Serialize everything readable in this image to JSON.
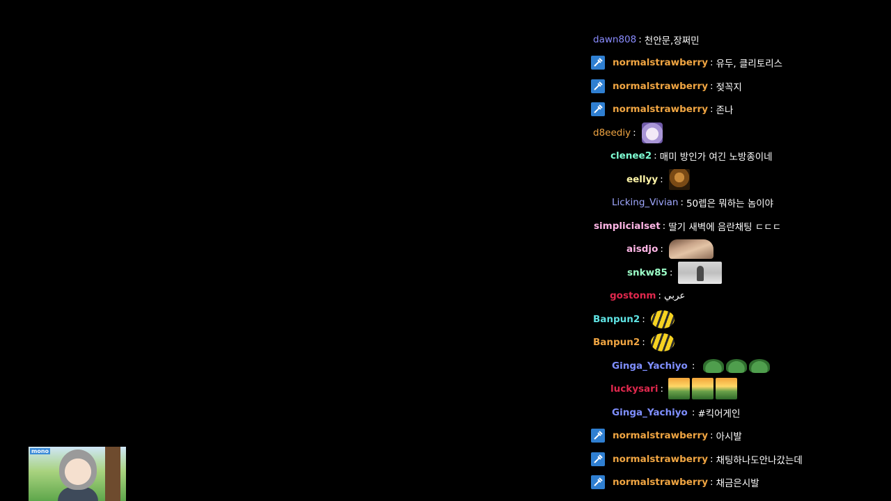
{
  "chat": {
    "messages": [
      {
        "user": "dawn808",
        "color": "#8a8cff",
        "badge": false,
        "text": "천안문,장쩌민"
      },
      {
        "user": "normalstrawberry",
        "color": "#f0a542",
        "badge": true,
        "text": "유두, 클리토리스"
      },
      {
        "user": "normalstrawberry",
        "color": "#f0a542",
        "badge": true,
        "text": "젖꼭지"
      },
      {
        "user": "normalstrawberry",
        "color": "#f0a542",
        "badge": true,
        "text": "존나"
      },
      {
        "user": "d8eediy",
        "color": "#f0a542",
        "badge": false,
        "emote": "girl-emote"
      },
      {
        "user": "clenee2",
        "color": "#7fffd4",
        "badge": false,
        "text": "매미 방인가 여긴 노방종이네"
      },
      {
        "user": "eellyy",
        "color": "#fff5a8",
        "badge": false,
        "emote": "face-emote"
      },
      {
        "user": "Licking_Vivian",
        "color": "#a0a8ff",
        "badge": false,
        "text": "50렙은 뭐하는 놈이야"
      },
      {
        "user": "simplicialset",
        "color": "#ffb6e6",
        "badge": false,
        "text": "딸기 새벽에 음란채팅 ㄷㄷㄷ"
      },
      {
        "user": "aisdjo",
        "color": "#ffb6e6",
        "badge": false,
        "emote": "hand-emote"
      },
      {
        "user": "snkw85",
        "color": "#9cffc8",
        "badge": false,
        "emote": "man-emote"
      },
      {
        "user": "gostonm",
        "color": "#e0284d",
        "badge": false,
        "text": "عربي"
      },
      {
        "user": "Banpun2",
        "color": "#5fe3e3",
        "badge": false,
        "emote": "bee-emote"
      },
      {
        "user": "Banpun2",
        "color": "#f0a542",
        "badge": false,
        "emote": "bee-emote"
      },
      {
        "user": "Ginga_Yachiyo",
        "color": "#7f8fff",
        "badge": false,
        "emote": "pepe-emote-x3"
      },
      {
        "user": "luckysari",
        "color": "#e0284d",
        "badge": false,
        "emote": "sunset-emote-x3"
      },
      {
        "user": "Ginga_Yachiyo",
        "color": "#7f8fff",
        "badge": false,
        "text": "#킥어게인"
      },
      {
        "user": "normalstrawberry",
        "color": "#f0a542",
        "badge": true,
        "text": "아시발"
      },
      {
        "user": "normalstrawberry",
        "color": "#f0a542",
        "badge": true,
        "text": "채팅하나도안나갔는데"
      },
      {
        "user": "normalstrawberry",
        "color": "#f0a542",
        "badge": true,
        "text": "채금은시발"
      }
    ],
    "separator": ":",
    "badge_icon": "moderator-sword-icon"
  },
  "webcam": {
    "logo_text": "mono",
    "description_icon": "anime-avatar-icon"
  }
}
